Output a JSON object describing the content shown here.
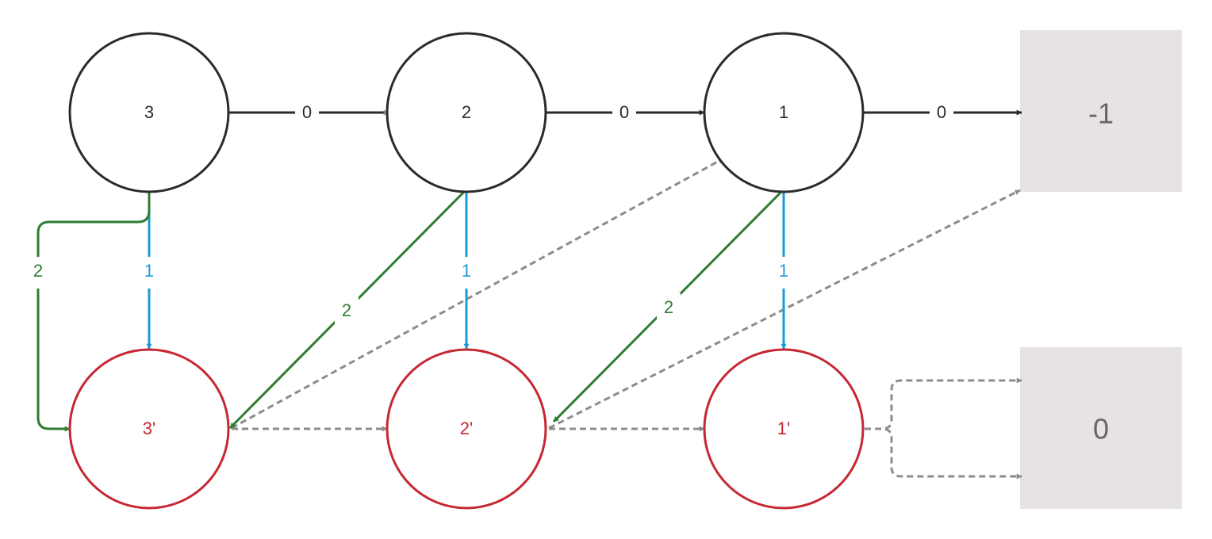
{
  "colors": {
    "black": "#2b2b2b",
    "gray": "#8c8c8c",
    "blue": "#1a9ad6",
    "green": "#2e7d32",
    "red": "#c62833",
    "terminal_fill": "#e6e2e5"
  },
  "nodes": {
    "n3": "3",
    "n2": "2",
    "n1": "1",
    "n3p": "3'",
    "n2p": "2'",
    "n1p": "1'",
    "term_neg1": "-1",
    "term_0": "0"
  },
  "edges": {
    "e_3_2": "0",
    "e_2_1": "0",
    "e_1_t": "0",
    "e_3_3p": "1",
    "e_2_2p": "1",
    "e_1_1p": "1",
    "e_3_3p_green": "2",
    "e_2_3p": "2",
    "e_1_2p": "2"
  }
}
